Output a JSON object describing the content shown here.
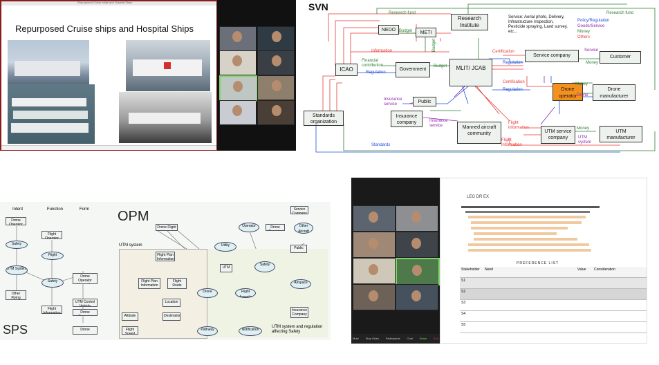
{
  "q1": {
    "title": "Repurposed Cruise ships and Hospital Ships",
    "window_title": "Repurposed Cruise ships and Hospital Ships"
  },
  "q2": {
    "title": "SVN",
    "nodes": {
      "nedo": "NEDO",
      "meti": "METI",
      "research": "Research Institute",
      "service_text": "Service: Aerial photo, Delivery, Infrastructure inspection, Pesticide spraying, Land survey, etc...",
      "legend": [
        "Policy/Regulation",
        "Goods/Service",
        "Money",
        "Others"
      ],
      "icao": "ICAO",
      "government": "Government",
      "mlit": "MLIT/ JCAB",
      "service_company": "Service company",
      "customer": "Customer",
      "public": "Public",
      "drone_operator": "Drone operator",
      "drone_manufacturer": "Drone manufacturer",
      "standards": "Standards organization",
      "insurance": "Insurance company",
      "manned": "Manned aircraft community",
      "utm_service": "UTM service company",
      "utm_manufacturer": "UTM manufacturer"
    },
    "edges": {
      "research_fund_1": "Research fund",
      "research_fund_2": "Research fund",
      "budget_1": "Budget",
      "budget_2": "Budget",
      "budget_3": "Budget",
      "information": "Information",
      "financial": "Financial contribution",
      "regulation_1": "Regulation",
      "regulation_2": "Regulation",
      "regulation_3": "Regulation",
      "certification_1": "Certification",
      "certification_2": "Certification",
      "service_1": "Service",
      "money_1": "Money",
      "money_2": "Money",
      "money_3": "Money",
      "drone": "Drone",
      "insurance_service_1": "Insurance service",
      "insurance_service_2": "Insurance service",
      "flight_info_1": "Flight information",
      "flight_info_2": "Flight information",
      "utm_system": "UTM system",
      "standards": "Standards"
    }
  },
  "q3": {
    "columns": [
      "Intent",
      "Function",
      "Form"
    ],
    "opm_title": "OPM",
    "sps_title": "SPS",
    "utm_label": "UTM system",
    "footer": "UTM system and regulation affecting Safety",
    "left_nodes": [
      "Drone Operator",
      "Flight Operator",
      "Safety",
      "Flight Information",
      "Drone Operator Information",
      "Other Flying Objects",
      "UTM Control Vehicle",
      "UTM System",
      "Safety",
      "Flight Information",
      "Drone Operator",
      "Drone"
    ],
    "right_nodes": [
      "Drone Flight",
      "Service Company",
      "Other Aircraft",
      "Operator",
      "Drone Operator",
      "Utility",
      "UTM",
      "Safety",
      "Public",
      "Airspace",
      "Insurance Company",
      "Flight Information",
      "Flight Plan Information",
      "Flight Plan Information",
      "Flight Route",
      "Drone",
      "Location",
      "Destination",
      "Pathway",
      "Notification",
      "Flight Speed",
      "Altitude"
    ]
  },
  "q4": {
    "doc_title": "LEG DR EX",
    "table_title": "PREFERENCE LIST",
    "table_headers": [
      "Stakeholder",
      "Need",
      "Value",
      "Consideration"
    ],
    "row_ids": [
      "S1",
      "S2",
      "S3",
      "S4",
      "S5"
    ],
    "toolbar_items": [
      "Mute",
      "Stop Video",
      "Participants",
      "Chat",
      "Share",
      "End"
    ]
  },
  "colors": {
    "red": "#e53935",
    "green": "#2e7d32",
    "blue": "#1e4fd8",
    "purple": "#8e24aa",
    "orange": "#f4901e"
  }
}
